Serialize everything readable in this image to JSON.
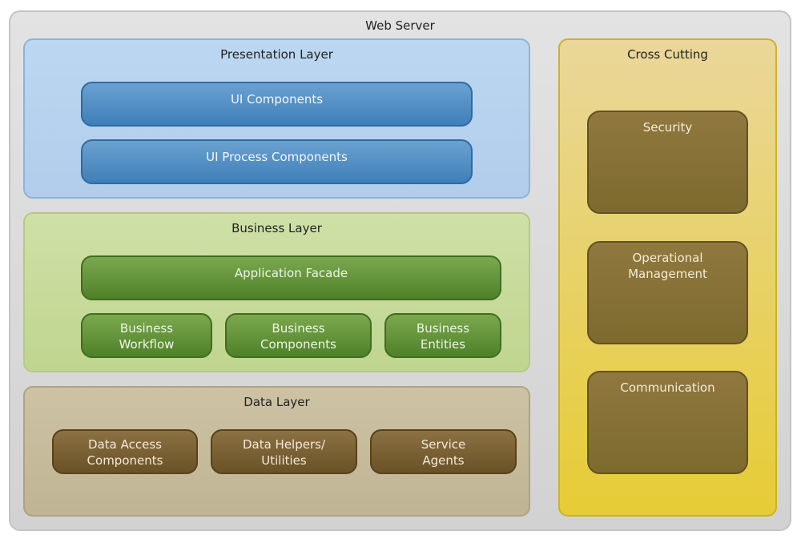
{
  "web_server": {
    "title": "Web Server"
  },
  "presentation_layer": {
    "title": "Presentation Layer",
    "components": [
      "UI Components",
      "UI Process Components"
    ]
  },
  "business_layer": {
    "title": "Business Layer",
    "facade": "Application Facade",
    "components": [
      "Business\nWorkflow",
      "Business\nComponents",
      "Business\nEntities"
    ]
  },
  "data_layer": {
    "title": "Data Layer",
    "components": [
      "Data Access\nComponents",
      "Data Helpers/\nUtilities",
      "Service\nAgents"
    ]
  },
  "cross_cutting": {
    "title": "Cross Cutting",
    "components": [
      "Security",
      "Operational\nManagement",
      "Communication"
    ]
  },
  "colors": {
    "presentation": "#b9d4f0",
    "business": "#c8dc9a",
    "data": "#c6bb9b",
    "cross_cutting": "#e6cc35",
    "server": "#dadada"
  }
}
